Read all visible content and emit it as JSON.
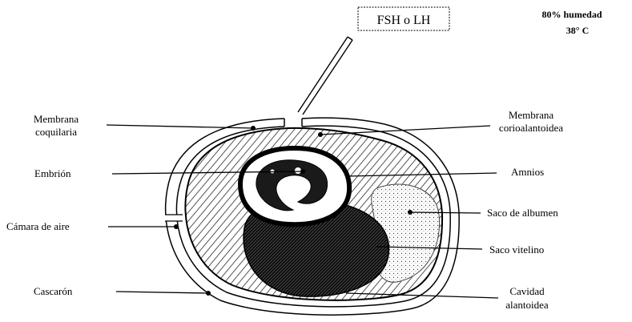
{
  "injection_box": "FSH o LH",
  "conditions": {
    "humidity": "80% humedad",
    "temperature": "38° C"
  },
  "labels": {
    "membrana_coquilaria_1": "Membrana",
    "membrana_coquilaria_2": "coquilaria",
    "membrana_corioalantoidea_1": "Membrana",
    "membrana_corioalantoidea_2": "corioalantoidea",
    "embrion": "Embrión",
    "amnios": "Amnios",
    "camara_de_aire": "Cámara de aire",
    "saco_de_albumen": "Saco de albumen",
    "saco_vitelino": "Saco vitelino",
    "cascaron": "Cascarón",
    "cavidad_alantoidea_1": "Cavidad",
    "cavidad_alantoidea_2": "alantoidea"
  }
}
